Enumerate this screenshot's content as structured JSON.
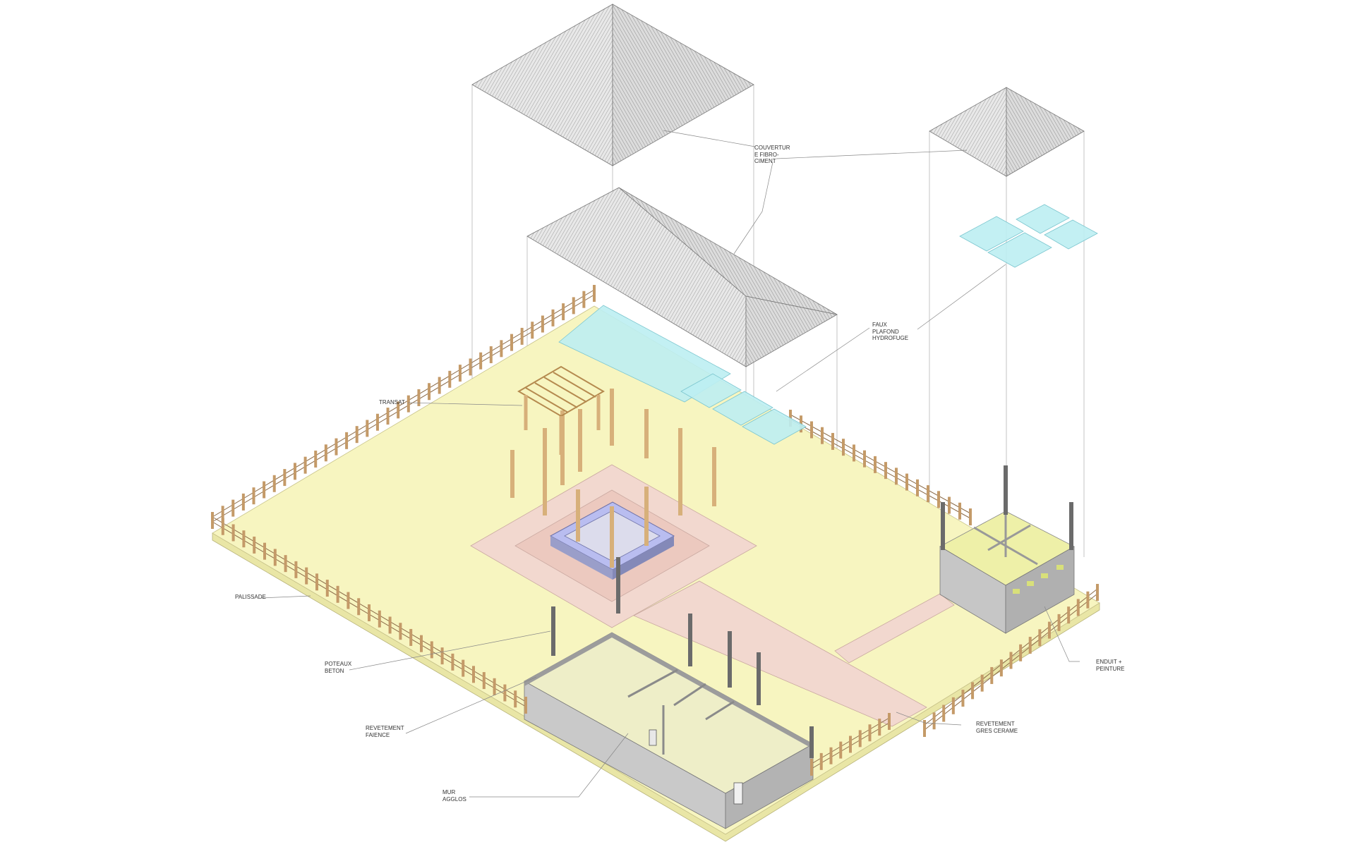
{
  "labels": {
    "couverture": "COUVERTUR\nE FIBRO-\nCIMENT",
    "faux_plafond": "FAUX\nPLAFOND\nHYDROFUGE",
    "transat": "TRANSAT",
    "palissade": "PALISSADE",
    "poteaux": "POTEAUX\nBETON",
    "faience": "REVETEMENT\nFAIENCE",
    "mur": "MUR\nAGGLOS",
    "enduit": "ENDUIT +\nPEINTURE",
    "gres": "REVETEMENT\nGRES CERAME"
  },
  "colors": {
    "ground": "#f7f5c0",
    "paving": "#f2d8cf",
    "ceiling": "#bdeef2",
    "roof": "#d4d4d4",
    "wall": "#c9c9c9",
    "wood": "#d7b07a",
    "concrete_post": "#6b6b6b",
    "counter": "#b9bdf0"
  }
}
